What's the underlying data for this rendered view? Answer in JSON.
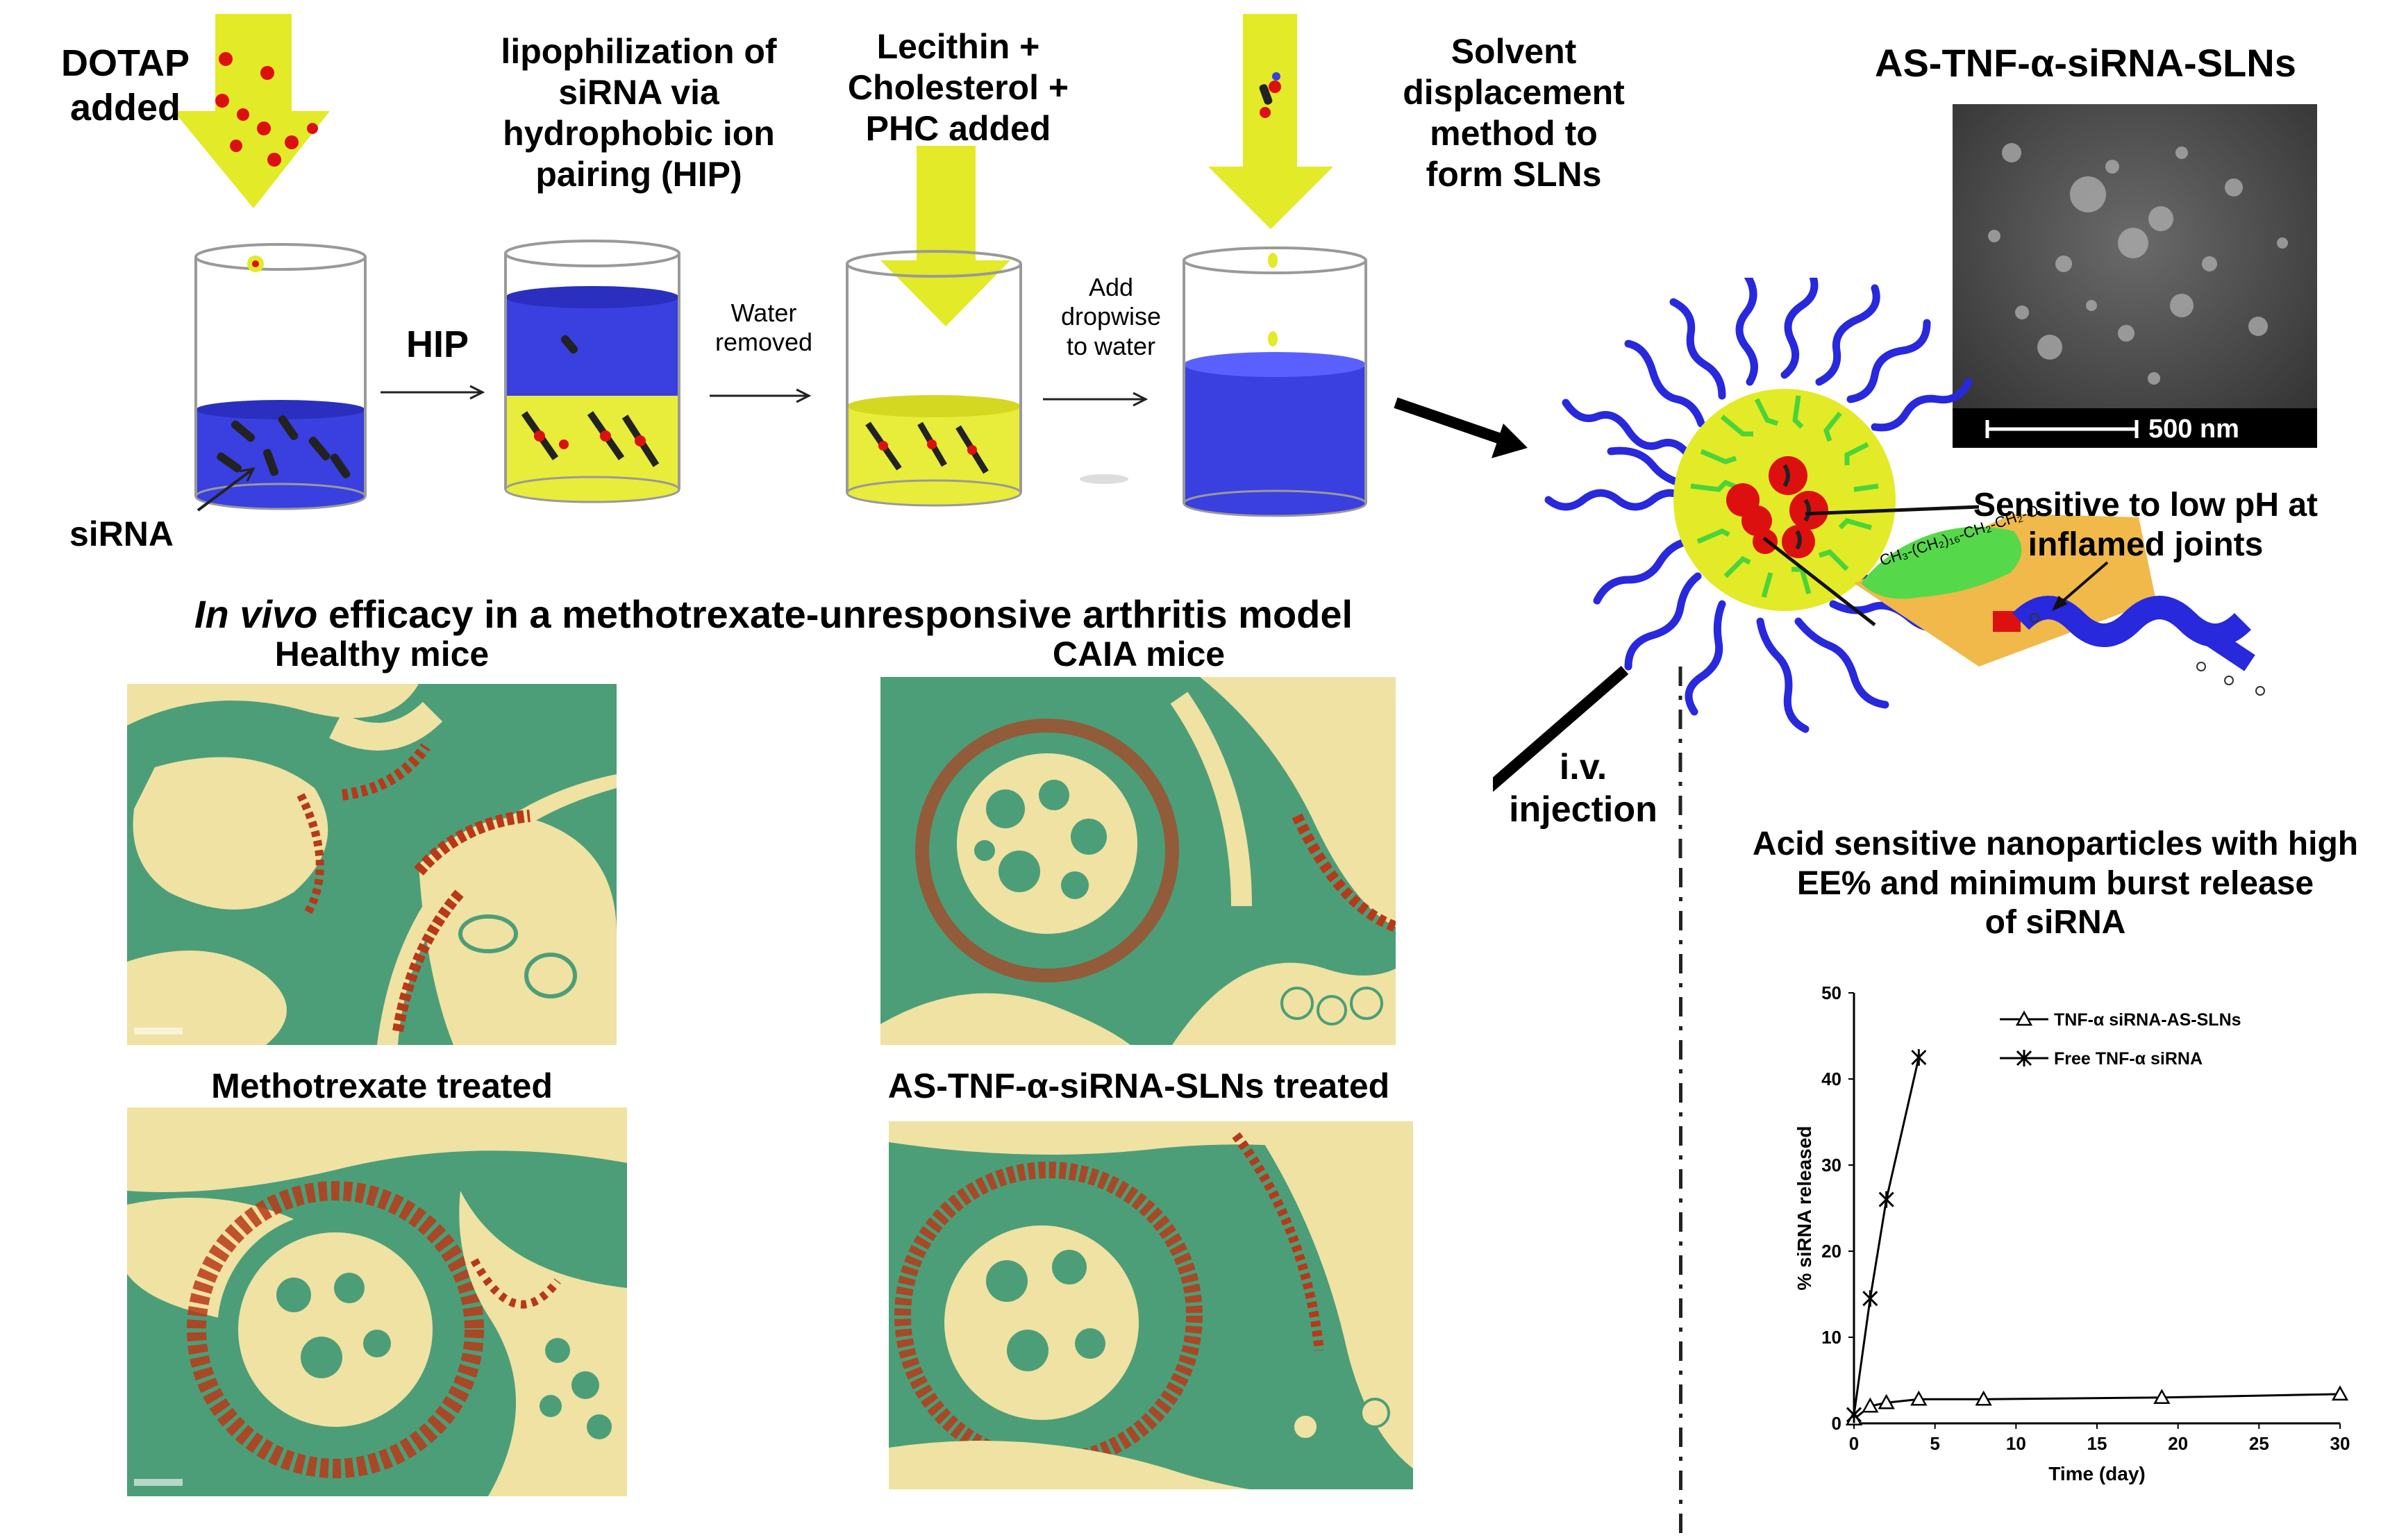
{
  "steps": {
    "dotap": "DOTAP\nadded",
    "sirna": "siRNA",
    "hip": "HIP",
    "lipophilization": "lipophilization of\nsiRNA via\nhydrophobic ion\npairing (HIP)",
    "water_removed": "Water\nremoved",
    "lecithin": "Lecithin +\nCholesterol +\nPHC  added",
    "add_dropwise": "Add\ndropwise\nto water",
    "solvent": "Solvent\ndisplacement\nmethod to\nform SLNs"
  },
  "tem": {
    "title": "AS-TNF-α-siRNA-SLNs",
    "scale": "500 nm"
  },
  "nanoparticle": {
    "sensitive_label": "Sensitive to low pH at\ninflamed joints",
    "injection": "i.v.\ninjection"
  },
  "invivo": {
    "heading_italic": "In vivo",
    "heading_rest": " efficacy in a methotrexate-unresponsive arthritis model",
    "panels": {
      "healthy": "Healthy mice",
      "caia": "CAIA mice",
      "methotrexate": "Methotrexate treated",
      "sln_treated": "AS-TNF-α-siRNA-SLNs treated"
    }
  },
  "release_caption": "Acid sensitive nanoparticles with high\nEE%  and minimum burst release\nof siRNA",
  "chart_data": {
    "type": "line",
    "xlabel": "Time (day)",
    "ylabel": "% siRNA released",
    "xlim": [
      0,
      30
    ],
    "ylim": [
      0,
      50
    ],
    "xticks": [
      "0",
      "5",
      "10",
      "15",
      "20",
      "25",
      "30"
    ],
    "yticks": [
      "0",
      "10",
      "20",
      "30",
      "40",
      "50"
    ],
    "legend_position": "top-right",
    "series": [
      {
        "name": "TNF-α siRNA-AS-SLNs",
        "marker": "triangle",
        "x": [
          0,
          1,
          2,
          4,
          8,
          19,
          30
        ],
        "y": [
          0.5,
          2.0,
          2.4,
          2.8,
          2.8,
          3.0,
          3.4
        ]
      },
      {
        "name": "Free TNF-α siRNA",
        "marker": "star",
        "x": [
          0,
          1,
          2,
          4
        ],
        "y": [
          1.0,
          14.5,
          26.0,
          42.5
        ]
      }
    ]
  },
  "colors": {
    "arrow_yellow": "#e3ea27",
    "water_blue": "#3a3fe0",
    "oil_yellow": "#e8ec3a",
    "dot_red": "#dd1010",
    "tissue_tan": "#efe2a3",
    "tissue_green": "#4c9e78",
    "tissue_red": "#b83818"
  }
}
